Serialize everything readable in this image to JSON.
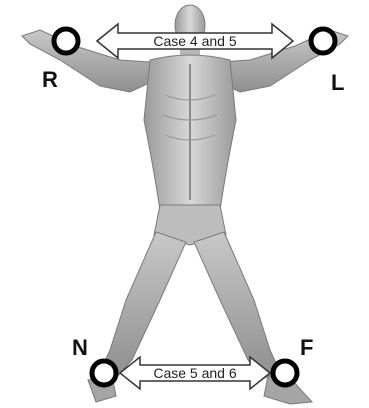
{
  "electrodes": {
    "right_arm": "R",
    "left_arm": "L",
    "right_leg": "N",
    "left_leg": "F"
  },
  "connections": {
    "upper": "Case 4 and 5",
    "lower": "Case 5 and 6"
  },
  "colors": {
    "electrode_ring": "#000000",
    "arrow_stroke": "#333333",
    "body_light": "#dcdcdc",
    "body_dark": "#8c8c8c"
  }
}
